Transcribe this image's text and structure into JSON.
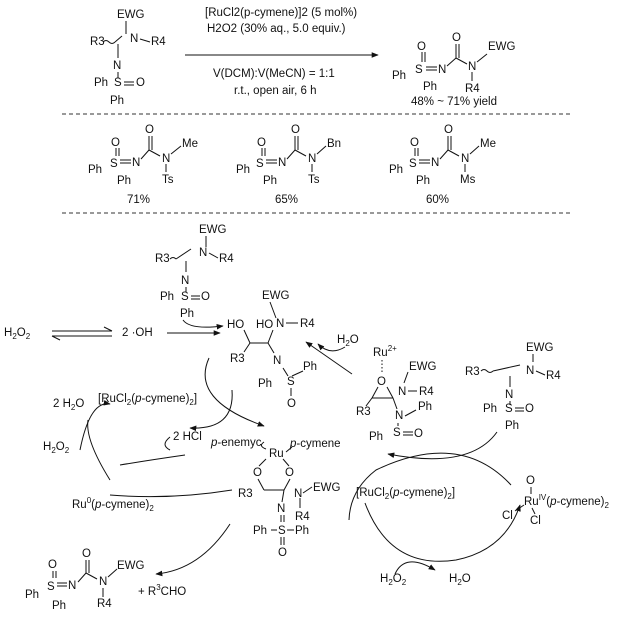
{
  "reaction": {
    "conditions": {
      "catalyst": "[RuCl2(p-cymene)]2 (5 mol%)",
      "oxidant": "H2O2 (30% aq., 5.0 equiv.)",
      "solvent": "V(DCM):V(MeCN) = 1:1",
      "other": "r.t., open air, 6 h"
    },
    "yield_range": "48% ~ 71% yield"
  },
  "examples": [
    {
      "n_sub": "Me",
      "n2_sub": "Ts",
      "yield": "71%"
    },
    {
      "n_sub": "Bn",
      "n2_sub": "Ts",
      "yield": "65%"
    },
    {
      "n_sub": "Me",
      "n2_sub": "Ms",
      "yield": "60%"
    }
  ],
  "labels": {
    "ewg": "EWG",
    "r3": "R3",
    "r4": "R4",
    "n": "N",
    "s": "S",
    "o": "O",
    "ph": "Ph",
    "ho": "HO",
    "oh": "OH",
    "h2o2": "H2O2",
    "h2o": "H2O",
    "hydroxyl": "2 ·OH",
    "hcl": "2 HCl",
    "ru": "Ru",
    "ru2": "Ru2+",
    "ru_iv": "RuIV(p-cymene)2",
    "cl": "Cl",
    "ru0": "Ru0(p-cymene)2",
    "ru_dimer": "[RuCl2(p-cymene)2]",
    "ru_dimer_right": "[RuCl2(p-cymene)2]",
    "p_cymene": "p-cymene",
    "p_enemyc": "p-enemyc",
    "aldehyde": "+ R3CHO",
    "h2o_2": "2 H2O"
  }
}
